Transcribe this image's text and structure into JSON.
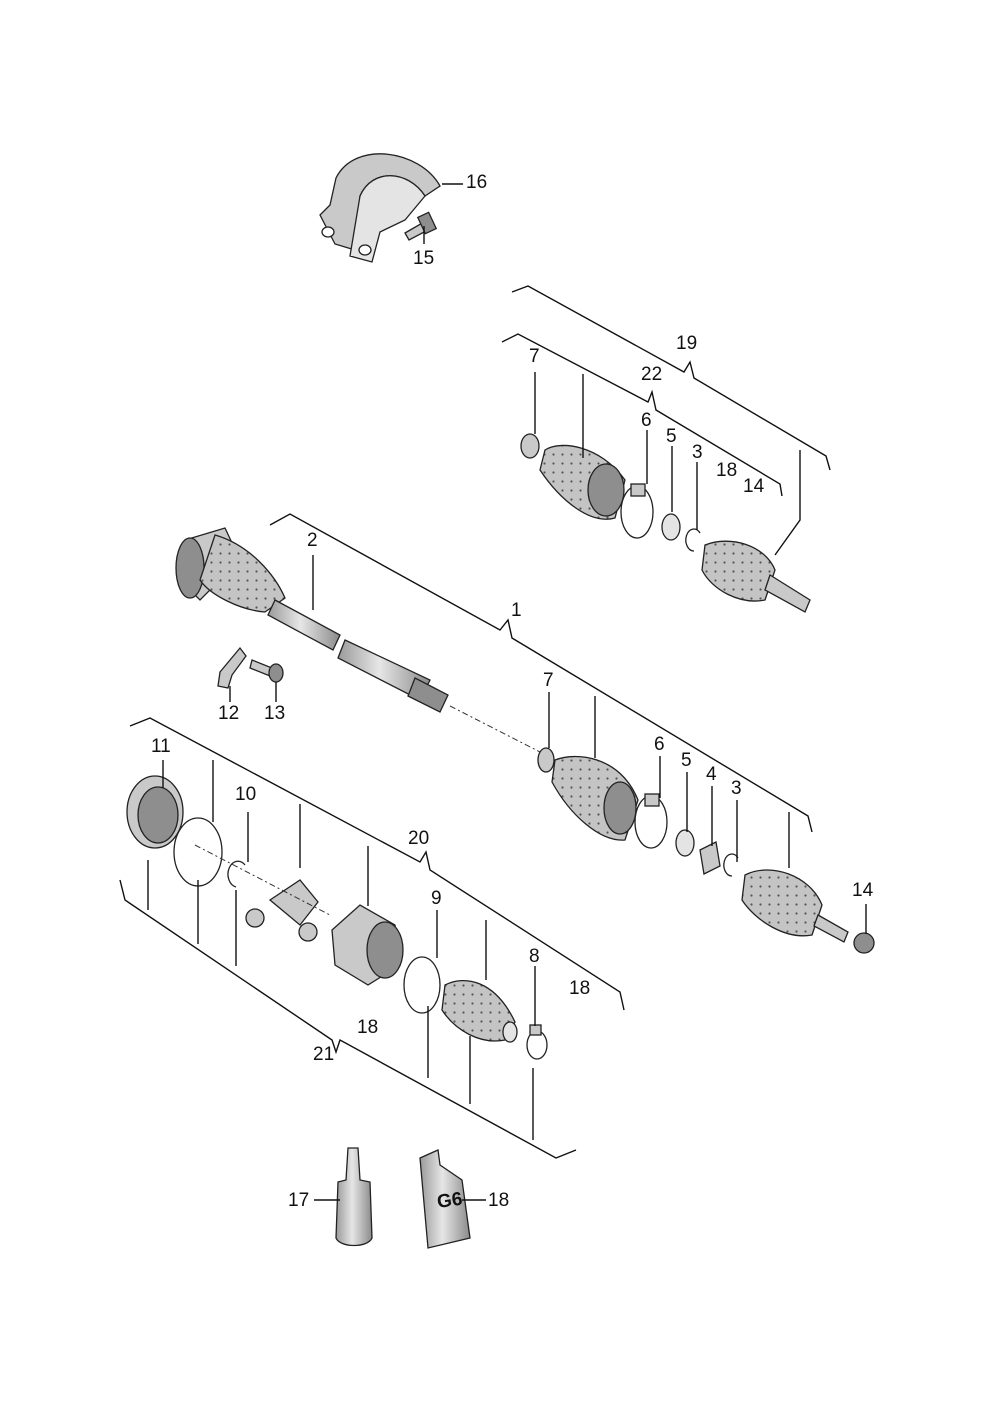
{
  "diagram": {
    "labels": {
      "l1": "1",
      "l2": "2",
      "l3a": "3",
      "l3b": "3",
      "l4": "4",
      "l5a": "5",
      "l5b": "5",
      "l6a": "6",
      "l6b": "6",
      "l7a": "7",
      "l7b": "7",
      "l8": "8",
      "l9": "9",
      "l10": "10",
      "l11": "11",
      "l12": "12",
      "l13": "13",
      "l14a": "14",
      "l14b": "14",
      "l15": "15",
      "l16": "16",
      "l17": "17",
      "l18a": "18",
      "l18b": "18",
      "l18c": "18",
      "l18d": "18",
      "l19": "19",
      "l20": "20",
      "l21": "21",
      "l22": "22"
    },
    "tube_text": "G6"
  }
}
